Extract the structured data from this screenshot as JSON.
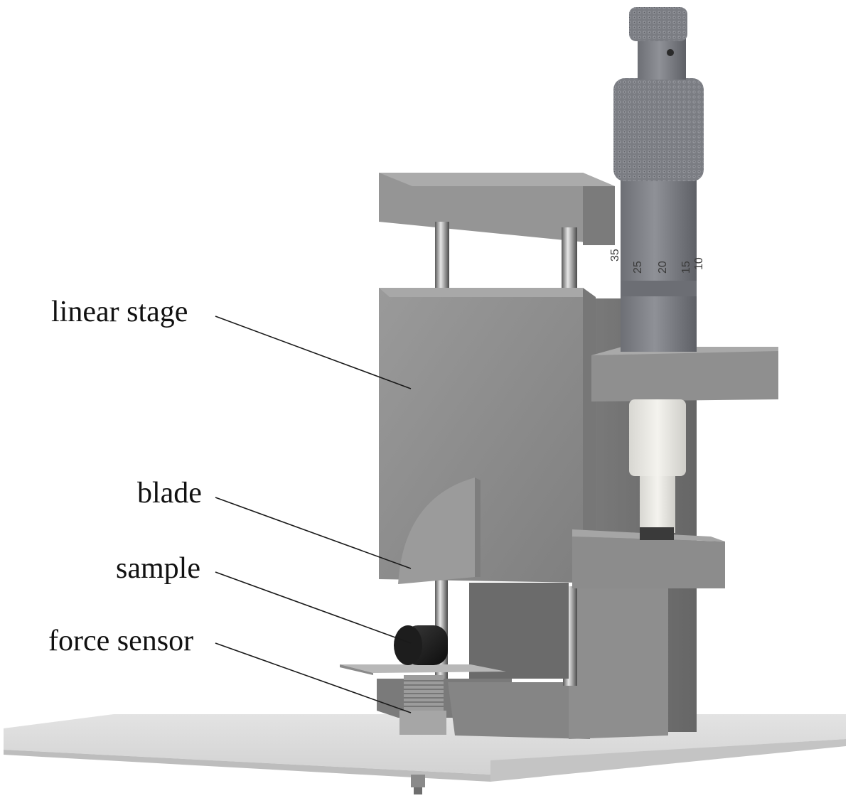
{
  "figure": {
    "labels": {
      "linear_stage": "linear stage",
      "blade": "blade",
      "sample": "sample",
      "force_sensor": "force sensor"
    },
    "micrometer_scale": [
      "35",
      "25",
      "20",
      "15",
      "10"
    ]
  },
  "colors": {
    "background": "#ffffff",
    "frame_gray": "#8c8c8c",
    "frame_dark": "#6f6f6f",
    "base_plate": "#d9d9d9",
    "micrometer": "#7d7f85",
    "sample": "#1a1a1a",
    "spacer": "#ecebe6"
  },
  "icons": [
    "micrometer-head-icon",
    "blade-icon",
    "sample-cylinder-icon",
    "force-sensor-icon"
  ]
}
